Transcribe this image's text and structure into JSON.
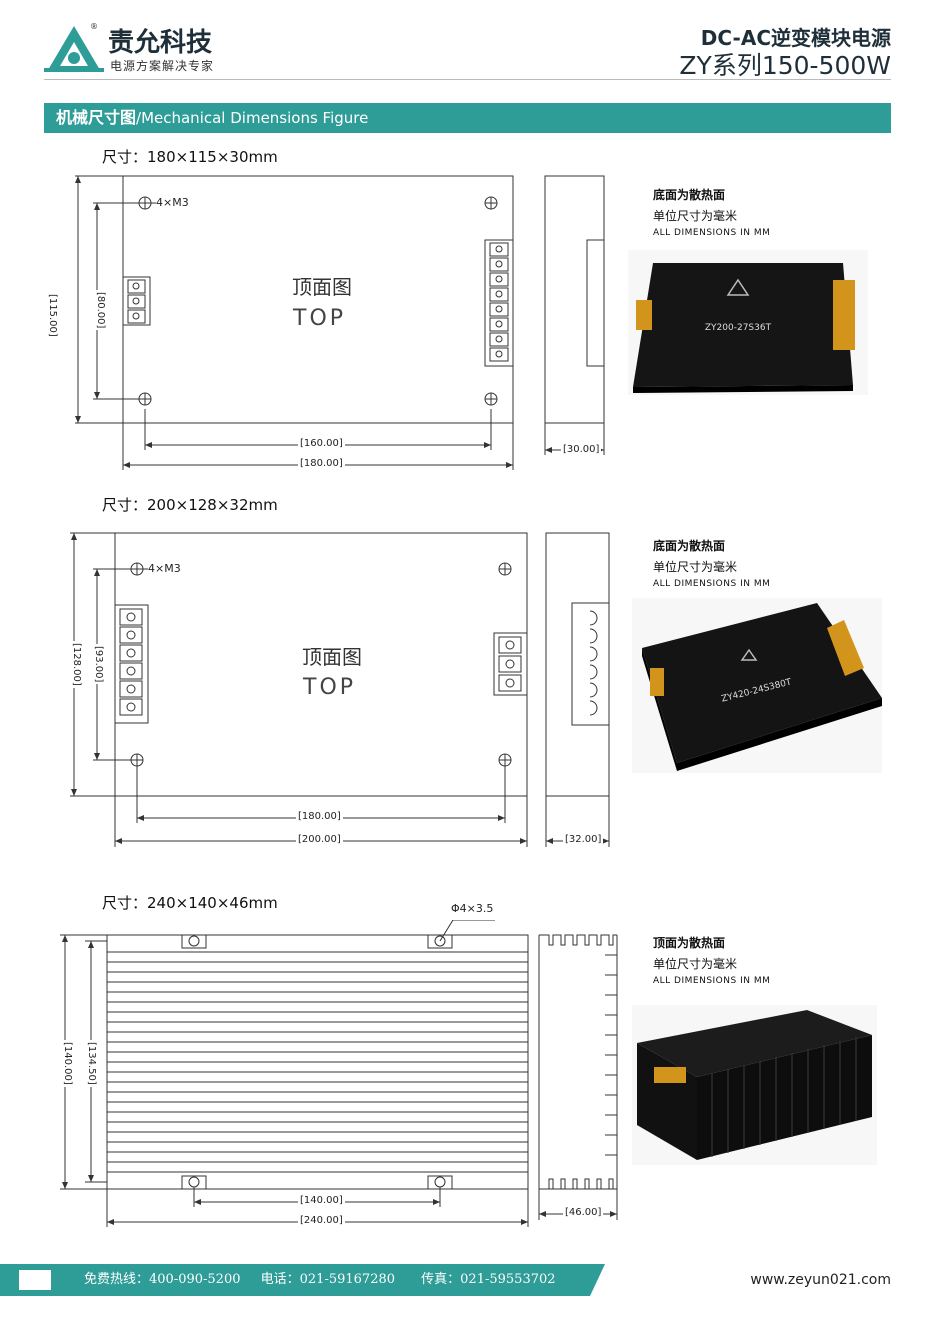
{
  "header": {
    "brand": "责允科技",
    "slogan": "电源方案解决专家",
    "product_line": "DC-AC逆变模块电源",
    "series": "ZY系列150-500W"
  },
  "section": {
    "title_cn": "机械尺寸图",
    "title_en": "/Mechanical Dimensions Figure"
  },
  "drawings": [
    {
      "size_label": "尺寸：180×115×30mm",
      "hole_label": "4×M3",
      "view_cn": "顶面图",
      "view_en": "TOP",
      "dim_height_outer": "[115.00]",
      "dim_height_inner": "[80.00]",
      "dim_width_inner": "[160.00]",
      "dim_width_outer": "[180.00]",
      "dim_depth": "[30.00]",
      "note_heat": "底面为散热面",
      "note_unit": "单位尺寸为毫米",
      "note_en": "ALL DIMENSIONS IN MM",
      "photo_model": "ZY200-27S36T"
    },
    {
      "size_label": "尺寸：200×128×32mm",
      "hole_label": "4×M3",
      "view_cn": "顶面图",
      "view_en": "TOP",
      "dim_height_outer": "[128.00]",
      "dim_height_inner": "[93.00]",
      "dim_width_inner": "[180.00]",
      "dim_width_outer": "[200.00]",
      "dim_depth": "[32.00]",
      "note_heat": "底面为散热面",
      "note_unit": "单位尺寸为毫米",
      "note_en": "ALL DIMENSIONS IN MM",
      "photo_model": "ZY420-24S380T"
    },
    {
      "size_label": "尺寸：240×140×46mm",
      "hole_label": "Φ4×3.5",
      "dim_height_outer": "[140.00]",
      "dim_height_inner": "[134.50]",
      "dim_width_inner": "[140.00]",
      "dim_width_outer": "[240.00]",
      "dim_depth": "[46.00]",
      "note_heat": "顶面为散热面",
      "note_unit": "单位尺寸为毫米",
      "note_en": "ALL DIMENSIONS IN MM"
    }
  ],
  "footer": {
    "hotline": "免费热线：400-090-5200",
    "phone": "电话：021-59167280",
    "fax": "传真：021-59553702",
    "website": "www.zeyun021.com"
  },
  "colors": {
    "accent": "#2e9c97",
    "dark": "#1f2f3a"
  }
}
